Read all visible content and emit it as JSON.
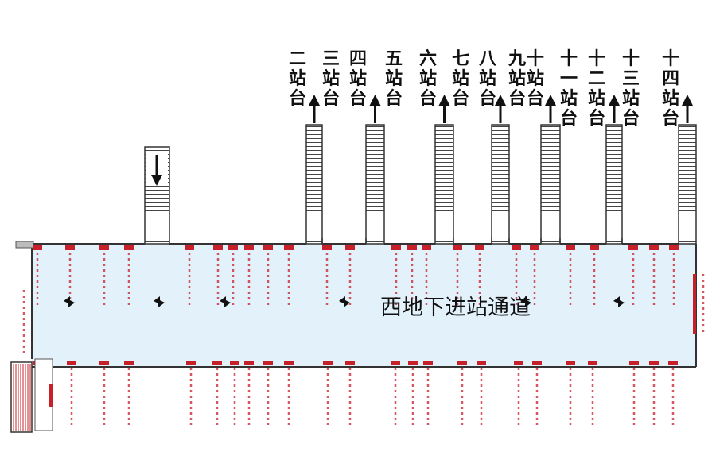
{
  "corridor": {
    "label": "西地下进站通道",
    "fill_color": "#e3f1fb",
    "camera_color": "#c8202a"
  },
  "platforms": [
    {
      "label": "二站台"
    },
    {
      "label": "三站台"
    },
    {
      "label": "四站台"
    },
    {
      "label": "五站台"
    },
    {
      "label": "六站台"
    },
    {
      "label": "七站台"
    },
    {
      "label": "八站台"
    },
    {
      "label": "九站台"
    },
    {
      "label": "十站台"
    },
    {
      "label": "十一站台"
    },
    {
      "label": "十二站台"
    },
    {
      "label": "十三站台"
    },
    {
      "label": "十四站台"
    }
  ]
}
